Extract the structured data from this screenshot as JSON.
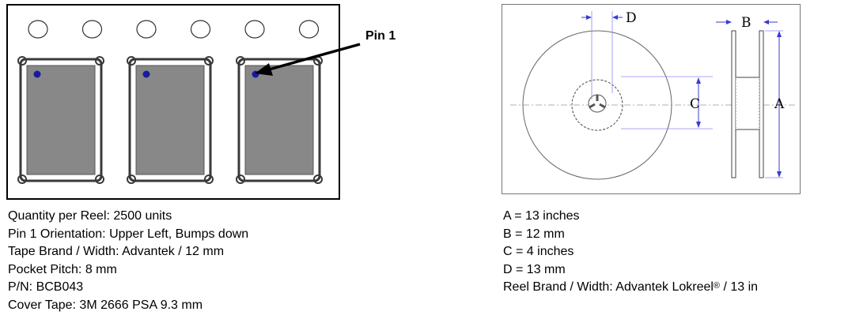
{
  "tape": {
    "pin_callout": "Pin 1",
    "sprocket_holes": 6,
    "pockets": 3
  },
  "reel": {
    "dimension_labels": {
      "a": "A",
      "b": "B",
      "c": "C",
      "d": "D"
    }
  },
  "tape_specs": [
    "Quantity per Reel: 2500 units",
    "Pin 1 Orientation: Upper Left, Bumps down",
    "Tape Brand / Width: Advantek / 12 mm",
    "Pocket Pitch: 8 mm",
    "P/N: BCB043",
    "Cover Tape: 3M 2666 PSA 9.3 mm"
  ],
  "reel_specs": {
    "a": "A = 13 inches",
    "b": "B = 12 mm",
    "c": "C = 4 inches",
    "d": "D = 13 mm",
    "brand_prefix": "Reel Brand / Width: Advantek Lokreel",
    "brand_mark": "®",
    "brand_suffix": " / 13 in"
  },
  "colors": {
    "pocket_fill": "#888888",
    "pocket_outline": "#3a3a3a",
    "pin_dot": "#1a1aa0",
    "dimension_line": "#5a5ae0"
  }
}
